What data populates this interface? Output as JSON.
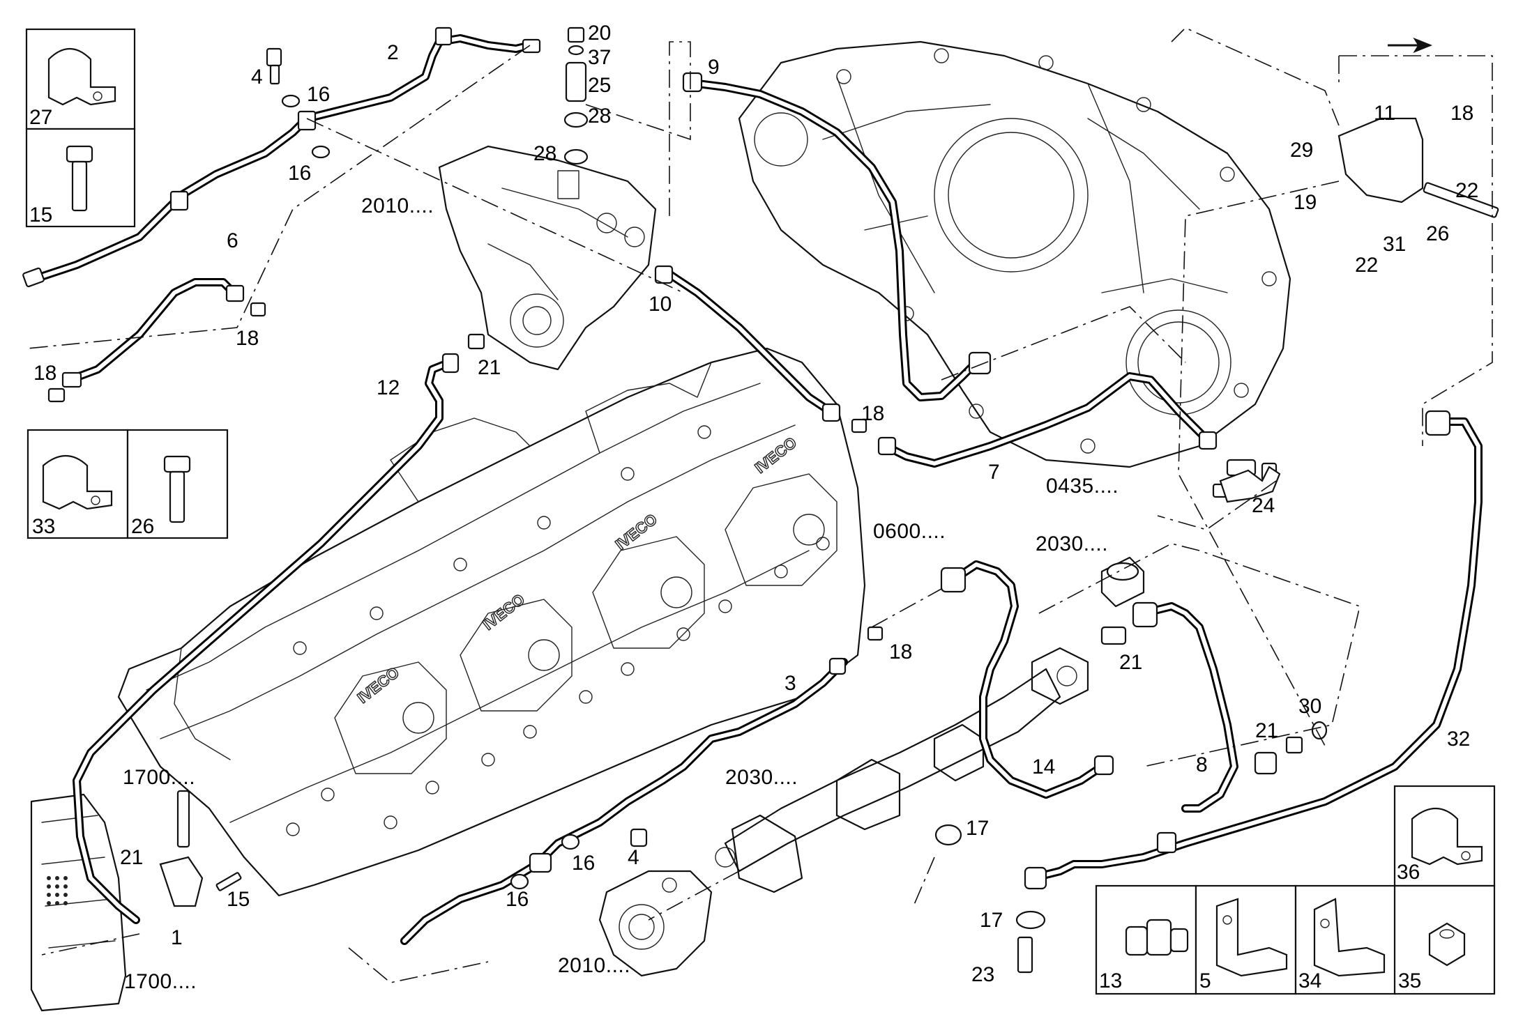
{
  "callouts": {
    "p1": "1",
    "p2": "2",
    "p3": "3",
    "p4a": "4",
    "p4b": "4",
    "p6": "6",
    "p7": "7",
    "p8": "8",
    "p9": "9",
    "p10": "10",
    "p11": "11",
    "p12": "12",
    "p14": "14",
    "p15": "15",
    "p16a": "16",
    "p16b": "16",
    "p16c": "16",
    "p16d": "16",
    "p17a": "17",
    "p17b": "17",
    "p18a": "18",
    "p18b": "18",
    "p18c": "18",
    "p18d": "18",
    "p18e": "18",
    "p19": "19",
    "p20": "20",
    "p21a": "21",
    "p21b": "21",
    "p21c": "21",
    "p21d": "21",
    "p22a": "22",
    "p22b": "22",
    "p23": "23",
    "p24": "24",
    "p25": "25",
    "p26": "26",
    "p28a": "28",
    "p28b": "28",
    "p29": "29",
    "p30": "30",
    "p31": "31",
    "p32": "32",
    "p37": "37"
  },
  "references": {
    "r2010a": "2010....",
    "r2010b": "2010....",
    "r0600": "0600....",
    "r0435": "0435....",
    "r2030a": "2030....",
    "r2030b": "2030....",
    "r1700a": "1700....",
    "r1700b": "1700...."
  },
  "detail_boxes": {
    "top_left": {
      "clamp": "27",
      "bolt": "15"
    },
    "mid_left": {
      "clamp": "33",
      "bolt": "26"
    },
    "bottom_right_top": {
      "clamp": "36"
    },
    "bottom_right_row": {
      "union": "13",
      "bracket_a": "5",
      "bracket_b": "34",
      "nut": "35"
    }
  }
}
